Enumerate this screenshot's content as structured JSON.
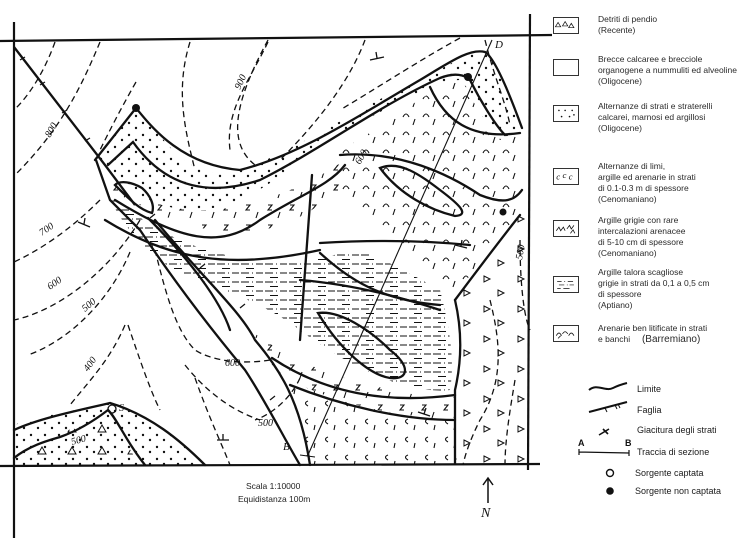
{
  "map": {
    "contour_labels": [
      "800",
      "900",
      "700",
      "600",
      "500",
      "400",
      "600",
      "500",
      "600",
      "500",
      "500"
    ],
    "contour_interval": "100m",
    "section_endpoints": {
      "start": "B",
      "end": "D"
    },
    "spring_label": "S"
  },
  "legend": {
    "units": [
      {
        "pattern": "triangles",
        "lines": [
          "Detriti di pendio",
          "(Recente)"
        ]
      },
      {
        "pattern": "blank",
        "lines": [
          "Brecce calcaree e brecciole",
          "organogene a nummuliti ed alveoline",
          "(Oligocene)"
        ]
      },
      {
        "pattern": "dots",
        "lines": [
          "Alternanze di strati e straterelli",
          "calcarei, marnosi ed argillosi",
          "(Oligocene)"
        ]
      },
      {
        "pattern": "c-marks",
        "lines": [
          "Alternanze di limi,",
          "argille ed arenarie in strati",
          "di 0.1-0.3 m di spessore",
          "(Cenomaniano)"
        ]
      },
      {
        "pattern": "z-marks",
        "lines": [
          "Argille grigie con rare",
          "intercalazioni arenacee",
          "di 5-10 cm di spessore",
          "(Cenomaniano)"
        ]
      },
      {
        "pattern": "dash-dot",
        "lines": [
          "Argille talora scagliose",
          "grigie in strati da 0,1 a 0,5 cm",
          "di spessore",
          "(Aptiano)"
        ]
      },
      {
        "pattern": "arches",
        "lines": [
          "Arenarie ben litificate in strati",
          "e banchi",
          "(Barremiano)"
        ]
      }
    ],
    "symbols": [
      {
        "icon": "boundary-line-icon",
        "label": "Limite"
      },
      {
        "icon": "fault-icon",
        "label": "Faglia"
      },
      {
        "icon": "strike-dip-icon",
        "label": "Giacitura degli strati"
      },
      {
        "icon": "section-trace-icon",
        "label": "Traccia di sezione",
        "start": "A",
        "end": "B"
      },
      {
        "icon": "captured-spring-icon",
        "label": "Sorgente captata"
      },
      {
        "icon": "uncaptured-spring-icon",
        "label": "Sorgente non captata"
      }
    ]
  },
  "footer": {
    "scale": "Scala 1:10000",
    "equidistance": "Equidistanza  100m",
    "north_label": "N"
  },
  "colors": {
    "ink": "#111111",
    "paper": "#ffffff",
    "text": "#2a2a2a"
  }
}
